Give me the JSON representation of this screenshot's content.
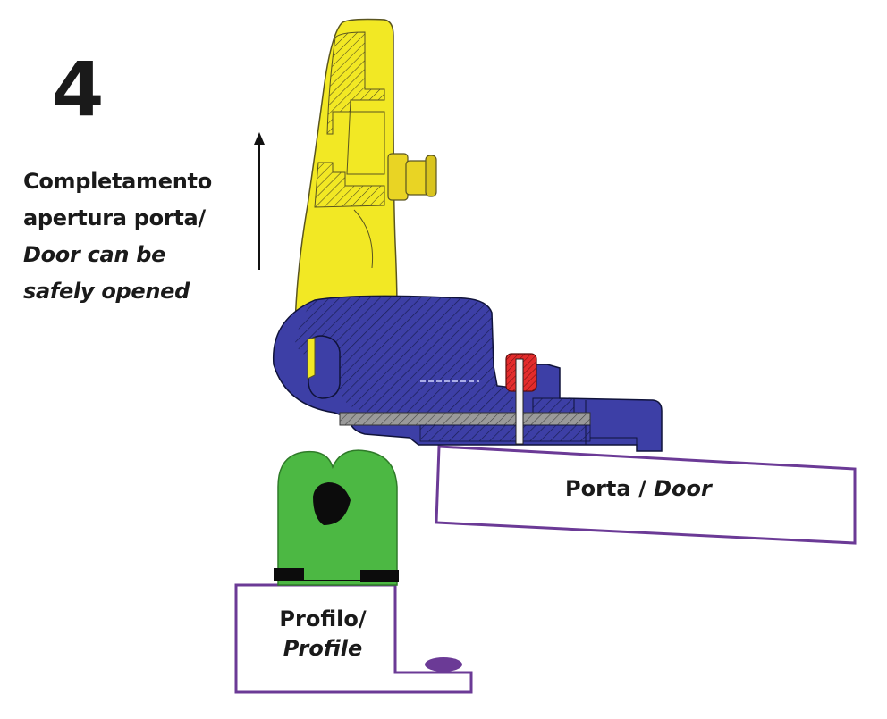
{
  "step_number": "4",
  "caption": {
    "line1": "Completamento",
    "line2": "apertura porta/",
    "line3": "Door can be",
    "line4": "safely opened"
  },
  "door_label": {
    "italian": "Porta /",
    "english": "Door"
  },
  "profile_label": {
    "italian": "Profilo/",
    "english": "Profile"
  },
  "colors": {
    "handle": "#f2e824",
    "body": "#3d3fa6",
    "hatch": "#141a4a",
    "latch": "#4cb843",
    "pin": "#e32b2b",
    "outline": "#6b3a96",
    "spring": "#9a9a9a"
  }
}
